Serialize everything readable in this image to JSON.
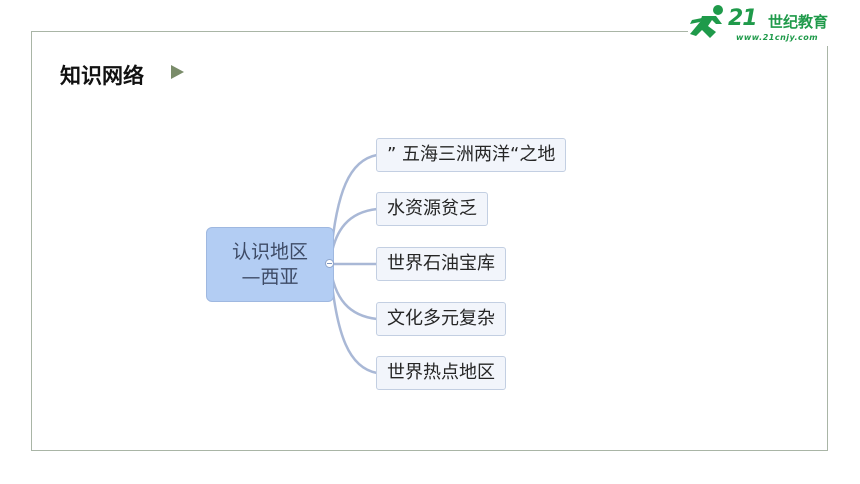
{
  "logo": {
    "brand_number": "21",
    "brand_cn": "世纪教育",
    "url": "www.21cnjy.com",
    "color": "#1f9a4a"
  },
  "section": {
    "title": "知识网络",
    "arrow_icon": "triangle-right-icon"
  },
  "mindmap": {
    "central": {
      "line1": "认识地区",
      "line2": "—西亚"
    },
    "branches": [
      "” 五海三洲两洋“之地",
      "水资源贫乏",
      "世界石油宝库",
      "文化多元复杂",
      "世界热点地区"
    ],
    "colors": {
      "central_fill": "#b3cdf3",
      "topic_fill": "#f2f5fb",
      "connector": "#a9b8d6"
    }
  }
}
